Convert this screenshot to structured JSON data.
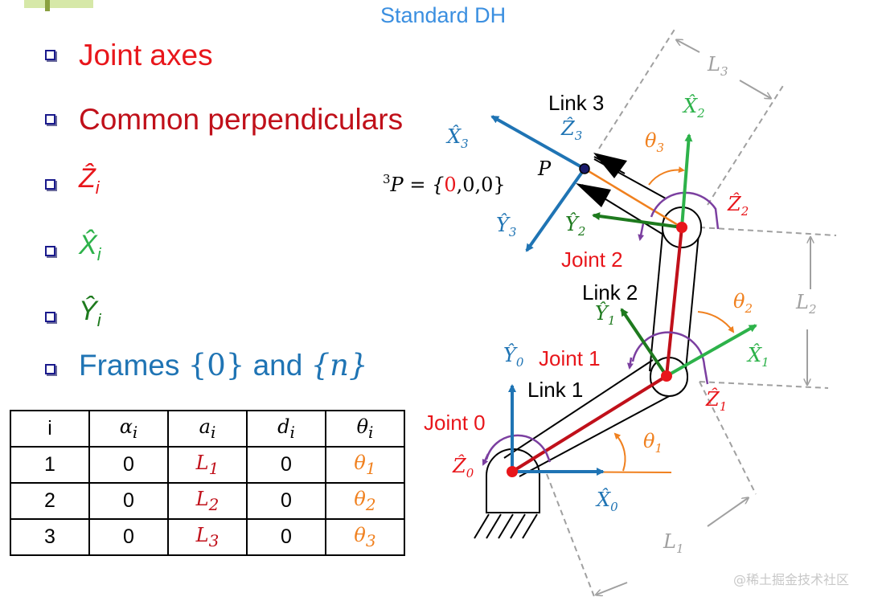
{
  "title": "Standard DH",
  "bullets": [
    {
      "text": "Joint axes",
      "color": "#e8161b"
    },
    {
      "text": "Common perpendiculars",
      "color": "#c0101a"
    },
    {
      "sym": "Ẑ",
      "sub": "i",
      "color": "#e8161b"
    },
    {
      "sym": "X̂",
      "sub": "i",
      "color": "#2db24a"
    },
    {
      "sym": "Ŷ",
      "sub": "i",
      "color": "#1e7a1e"
    },
    {
      "text": "Frames ",
      "m1": "{0}",
      "mid": " and ",
      "m2": "{n}",
      "color": "#1f74b4"
    }
  ],
  "table": {
    "headers": [
      {
        "base": "i",
        "sub": ""
      },
      {
        "base": "α",
        "sub": "i"
      },
      {
        "base": "a",
        "sub": "i"
      },
      {
        "base": "d",
        "sub": "i"
      },
      {
        "base": "θ",
        "sub": "i"
      }
    ],
    "rows": [
      [
        "1",
        "0",
        "L",
        "1",
        "0",
        "θ",
        "1"
      ],
      [
        "2",
        "0",
        "L",
        "2",
        "0",
        "θ",
        "2"
      ],
      [
        "3",
        "0",
        "L",
        "3",
        "0",
        "θ",
        "3"
      ]
    ]
  },
  "labels": {
    "link1": "Link 1",
    "link2": "Link 2",
    "link3": "Link 3",
    "joint0": "Joint 0",
    "joint1": "Joint 1",
    "joint2": "Joint 2",
    "point_p": "P",
    "p_eq_pre": "3",
    "p_eq_mid": "P = {",
    "p_eq_zero": "0",
    "p_eq_post": ",0,0}",
    "z0": "Ẑ",
    "z0s": "0",
    "x0": "X̂",
    "x0s": "0",
    "y0": "Ŷ",
    "y0s": "0",
    "z1": "Ẑ",
    "z1s": "1",
    "x1": "X̂",
    "x1s": "1",
    "y1": "Ŷ",
    "y1s": "1",
    "z2": "Ẑ",
    "z2s": "2",
    "x2": "X̂",
    "x2s": "2",
    "y2": "Ŷ",
    "y2s": "2",
    "z3": "Ẑ",
    "z3s": "3",
    "x3": "X̂",
    "x3s": "3",
    "y3": "Ŷ",
    "y3s": "3",
    "th1": "θ",
    "th1s": "1",
    "th2": "θ",
    "th2s": "2",
    "th3": "θ",
    "th3s": "3",
    "L1": "L",
    "L1s": "1",
    "L2": "L",
    "L2s": "2",
    "L3": "L",
    "L3s": "3"
  },
  "watermark": "@稀土掘金技术社区",
  "colors": {
    "red": "#e8161b",
    "blue": "#1f74b4",
    "green": "#2db24a",
    "darkgreen": "#1e7a1e",
    "orange": "#f0801e",
    "purple": "#7b3fa0",
    "gray": "#a0a0a0",
    "linkred": "#c0101a"
  }
}
